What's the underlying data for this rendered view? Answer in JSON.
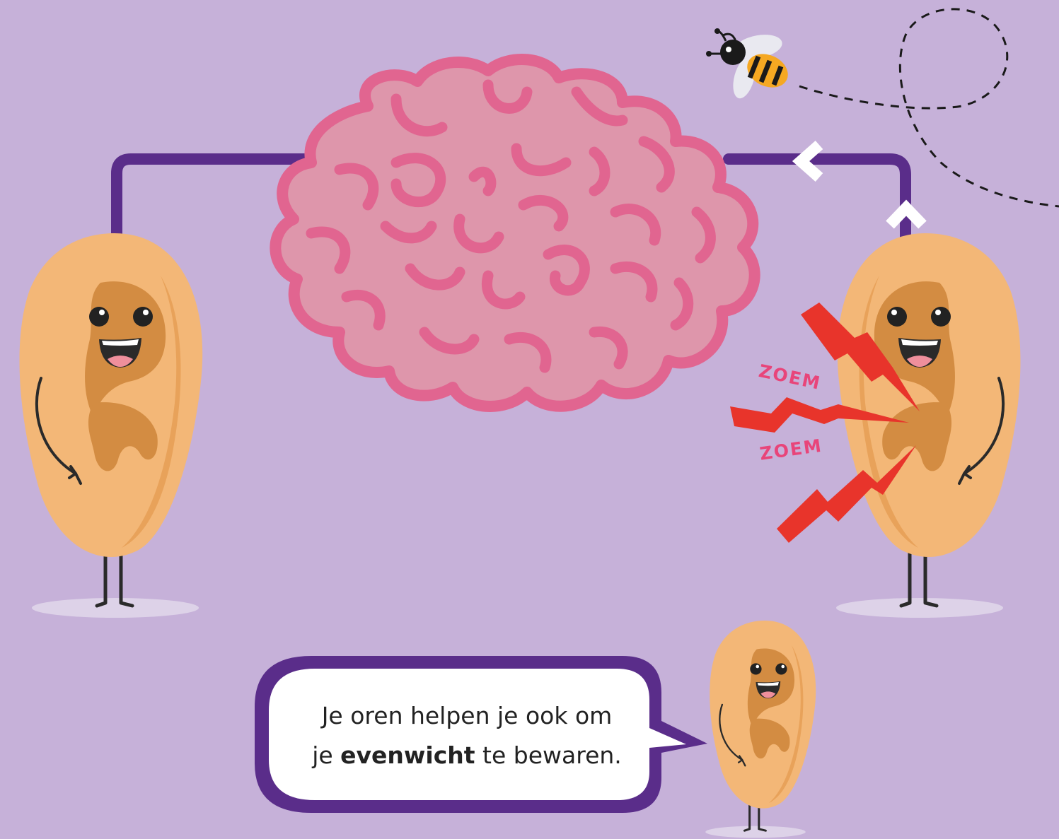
{
  "colors": {
    "background": "#c6b1d9",
    "connector": "#5a2d8a",
    "brain_fill": "#de96ab",
    "brain_stroke": "#e16590",
    "ear_skin": "#f3b777",
    "ear_shadow": "#d38c42",
    "lightning": "#e8342b",
    "zoem_text": "#e8457a",
    "bubble_border": "#5a2d8a"
  },
  "icons": {
    "brain": "brain-icon",
    "bee": "bee-icon",
    "ears": [
      "ear-character-left",
      "ear-character-right",
      "ear-character-small"
    ],
    "arrows": "chevron-icon",
    "sound": "lightning-icon"
  },
  "sound_labels": [
    "ZOEM",
    "ZOEM"
  ],
  "speech": {
    "line1": "Je oren helpen je ook om",
    "line2_before": "je ",
    "line2_bold": "evenwicht",
    "line2_after": " te bewaren."
  }
}
